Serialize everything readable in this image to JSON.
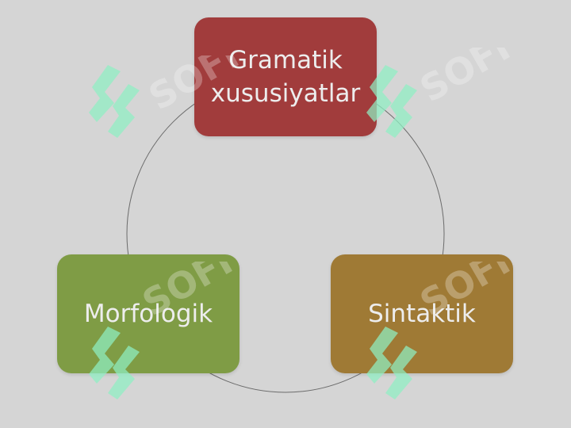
{
  "diagram": {
    "nodes": [
      {
        "label": "Gramatik xususiyatlar",
        "color": "#a13c3c"
      },
      {
        "label": "Morfologik",
        "color": "#7f9c45"
      },
      {
        "label": "Sintaktik",
        "color": "#9f7a35"
      }
    ],
    "background": "#d5d5d5",
    "connector_color": "#6b6b6b"
  },
  "watermark": {
    "text": "SOFF",
    "icon": "s-logo-icon"
  }
}
